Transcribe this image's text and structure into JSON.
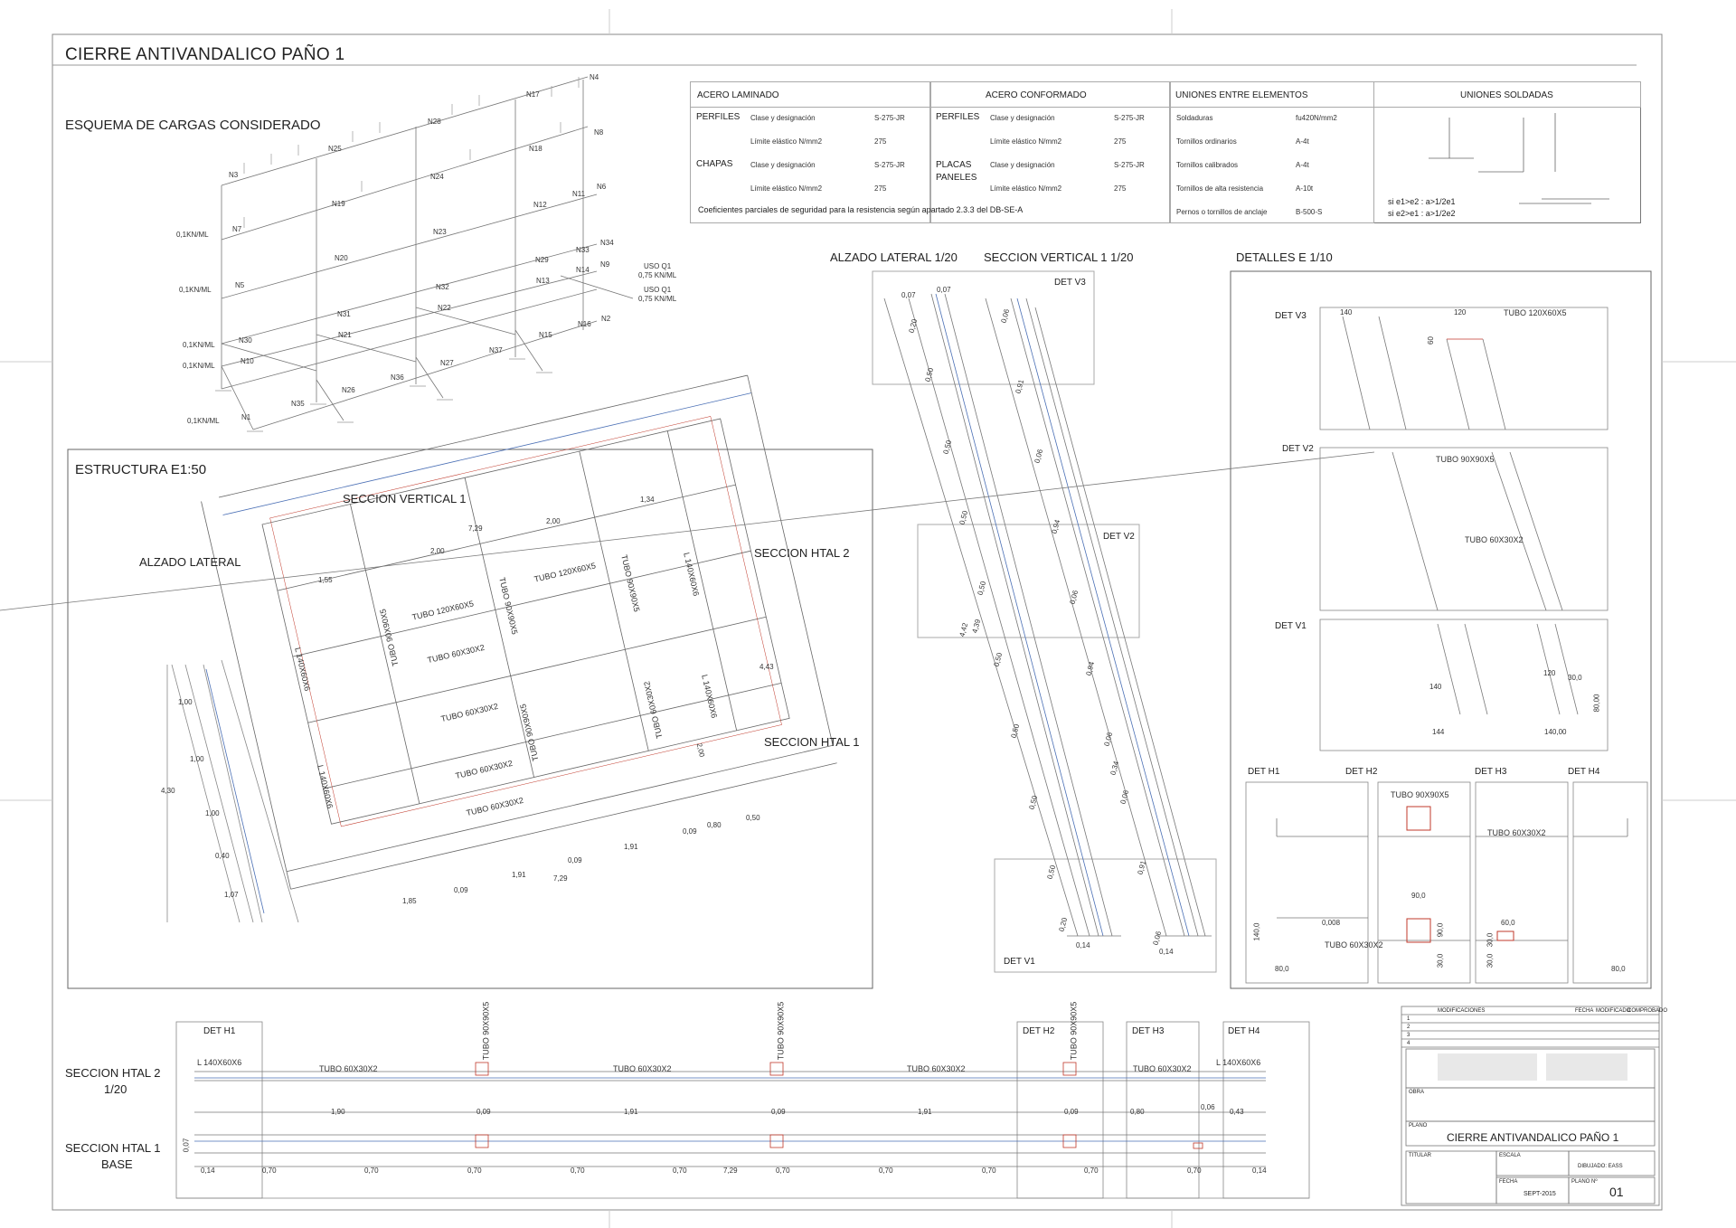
{
  "sheet": {
    "title": "CIERRE ANTIVANDALICO PAÑO 1",
    "colors": {
      "line": "#555555",
      "accent_red": "#c0392b",
      "accent_blue": "#4a6fb5"
    }
  },
  "loads": {
    "title": "ESQUEMA DE CARGAS CONSIDERADO",
    "nodes": [
      "N1",
      "N2",
      "N3",
      "N4",
      "N5",
      "N6",
      "N7",
      "N8",
      "N9",
      "N10",
      "N11",
      "N12",
      "N13",
      "N14",
      "N15",
      "N16",
      "N17",
      "N18",
      "N19",
      "N20",
      "N21",
      "N22",
      "N23",
      "N24",
      "N25",
      "N26",
      "N27",
      "N28",
      "N29",
      "N30",
      "N31",
      "N32",
      "N33",
      "N34",
      "N35",
      "N36",
      "N37"
    ],
    "load_labels": [
      "0,1KN/ML",
      "0,1KN/ML",
      "0,1KN/ML",
      "0,1KN/ML",
      "0,1KN/ML"
    ],
    "use_labels": [
      {
        "a": "USO Q1",
        "b": "0,75 KN/ML"
      },
      {
        "a": "USO Q1",
        "b": "0,75 KN/ML"
      }
    ]
  },
  "materials": {
    "acero_laminado": {
      "title": "ACERO LAMINADO",
      "rows": [
        {
          "group": "PERFILES",
          "prop": "Clase y designación",
          "val": "S-275-JR"
        },
        {
          "group": "",
          "prop": "Límite elástico N/mm2",
          "val": "275"
        },
        {
          "group": "CHAPAS",
          "prop": "Clase y designación",
          "val": "S-275-JR"
        },
        {
          "group": "",
          "prop": "Límite elástico N/mm2",
          "val": "275"
        }
      ]
    },
    "acero_conformado": {
      "title": "ACERO CONFORMADO",
      "rows": [
        {
          "group": "PERFILES",
          "prop": "Clase y designación",
          "val": "S-275-JR"
        },
        {
          "group": "",
          "prop": "Límite elástico N/mm2",
          "val": "275"
        },
        {
          "group": "PLACAS PANELES",
          "prop": "Clase y designación",
          "val": "S-275-JR"
        },
        {
          "group": "",
          "prop": "Límite elástico N/mm2",
          "val": "275"
        }
      ]
    },
    "uniones": {
      "title": "UNIONES ENTRE ELEMENTOS",
      "rows": [
        {
          "prop": "Soldaduras",
          "val": "fu420N/mm2"
        },
        {
          "prop": "Tornillos ordinarios",
          "val": "A-4t"
        },
        {
          "prop": "Tornillos calibrados",
          "val": "A-4t"
        },
        {
          "prop": "Tornillos de alta resistencia",
          "val": "A-10t"
        },
        {
          "prop": "Pernos o tornillos de anclaje",
          "val": "B-500-S"
        }
      ]
    },
    "coef_note": "Coeficientes parciales de seguridad para la resistencia según apartado 2.3.3 del DB-SE-A",
    "soldadas": {
      "title": "UNIONES SOLDADAS",
      "rule1": "si e1>e2 :    a>1/2e1",
      "rule2": "si e2>e1 :    a>1/2e2"
    }
  },
  "structure": {
    "title": "ESTRUCTURA  E1:50",
    "labels": {
      "seccion_vertical": "SECCION VERTICAL 1",
      "alzado_lateral": "ALZADO LATERAL",
      "seccion_htal2": "SECCION HTAL 2",
      "seccion_htal1": "SECCION HTAL  1"
    },
    "members": [
      "TUBO 120X60X5",
      "TUBO 120X60X5",
      "TUBO 60X30X2",
      "TUBO 60X30X2",
      "TUBO 60X30X2",
      "TUBO 60X30X2",
      "TUBO 90X90X5",
      "TUBO 90X90X5",
      "TUBO 90X90X5",
      "TUBO 90X90X5",
      "L 140X60X6",
      "L 140X60X6",
      "L 140X60X6",
      "L 140X60X6",
      "TUBO 60X30X2"
    ],
    "dims": [
      "1,34",
      "2,00",
      "7,29",
      "2,00",
      "1,55",
      "4,43",
      "1,00",
      "1,00",
      "1,00",
      "4,30",
      "0,40",
      "1,07",
      "1,85",
      "0,09",
      "1,91",
      "0,09",
      "7,29",
      "1,91",
      "0,09",
      "0,80",
      "0,50",
      "2,00"
    ]
  },
  "sections": {
    "alzado_title": "ALZADO LATERAL 1/20",
    "vertical_title": "SECCION VERTICAL 1 1/20",
    "det_v3": "DET V3",
    "det_v2": "DET V2",
    "det_v1": "DET V1",
    "alzado_dims": [
      "0,07",
      "0,07",
      "0,20",
      "0,50",
      "0,50",
      "0,50",
      "0,50",
      "4,42",
      "4,39",
      "0,50",
      "0,50",
      "0,50",
      "0,50",
      "0,20",
      "0,14"
    ],
    "vertical_dims": [
      "0,06",
      "0,91",
      "0,06",
      "0,94",
      "0,06",
      "0,94",
      "0,06",
      "0,34",
      "0,06",
      "0,91",
      "0,06",
      "0,14"
    ]
  },
  "details": {
    "title": "DETALLES E 1/10",
    "v3": {
      "label": "DET V3",
      "d1": "140",
      "d2": "120",
      "d3": "60",
      "tube": "TUBO 120X60X5"
    },
    "v2": {
      "label": "DET V2",
      "tube1": "TUBO 90X90X5",
      "tube2": "TUBO 60X30X2"
    },
    "v1": {
      "label": "DET V1",
      "d1": "140",
      "d2": "120",
      "d3": "30,0",
      "d4": "80,00",
      "d5": "144",
      "d6": "140,00"
    },
    "h": {
      "labels": [
        "DET H1",
        "DET H2",
        "DET H3",
        "DET H4"
      ],
      "tube90": "TUBO 90X90X5",
      "tube60a": "TUBO 60X30X2",
      "tube60b": "TUBO 60X30X2",
      "dims": [
        "140,0",
        "0,008",
        "80,0",
        "90,0",
        "90,0",
        "30,0",
        "60,0",
        "30,0",
        "30,0",
        "80,0"
      ]
    }
  },
  "htal": {
    "sec2_title": "SECCION HTAL 2",
    "sec2_scale": "1/20",
    "sec1_title": "SECCION HTAL 1",
    "sec1_sub": "BASE",
    "det_labels": [
      "DET H1",
      "DET H2",
      "DET H3",
      "DET H4"
    ],
    "profile_left": "L 140X60X6",
    "profile_right": "L 140X60X6",
    "posts": [
      "TUBO 90X90X5",
      "TUBO 90X90X5",
      "TUBO 90X90X5"
    ],
    "rails": [
      "TUBO 60X30X2",
      "TUBO 60X30X2",
      "TUBO 60X30X2",
      "TUBO 60X30X2"
    ],
    "dims_mid": [
      "1,90",
      "0,09",
      "1,91",
      "0,09",
      "1,91",
      "0,09",
      "0,80",
      "0,06",
      "0,43"
    ],
    "dims_bottom": [
      "0,14",
      "0,70",
      "0,70",
      "0,70",
      "0,70",
      "0,70",
      "7,29",
      "0,70",
      "0,70",
      "0,70",
      "0,70",
      "0,70",
      "0,14"
    ],
    "dims_left": "0,07"
  },
  "titleblock": {
    "header": [
      "MODIFICACIONES",
      "FECHA",
      "MODIFICADO",
      "COMPROBADO"
    ],
    "rows": [
      "1",
      "2",
      "3",
      "4"
    ],
    "obra": "OBRA",
    "plano_label": "PLANO",
    "plano_title": "CIERRE ANTIVANDALICO PAÑO 1",
    "titular": "TITULAR",
    "escala": "ESCALA",
    "dibujado": "DIBUJADO: EASS",
    "fecha_label": "FECHA",
    "fecha": "SEPT-2015",
    "plano_no_label": "PLANO Nº",
    "plano_no": "01"
  }
}
